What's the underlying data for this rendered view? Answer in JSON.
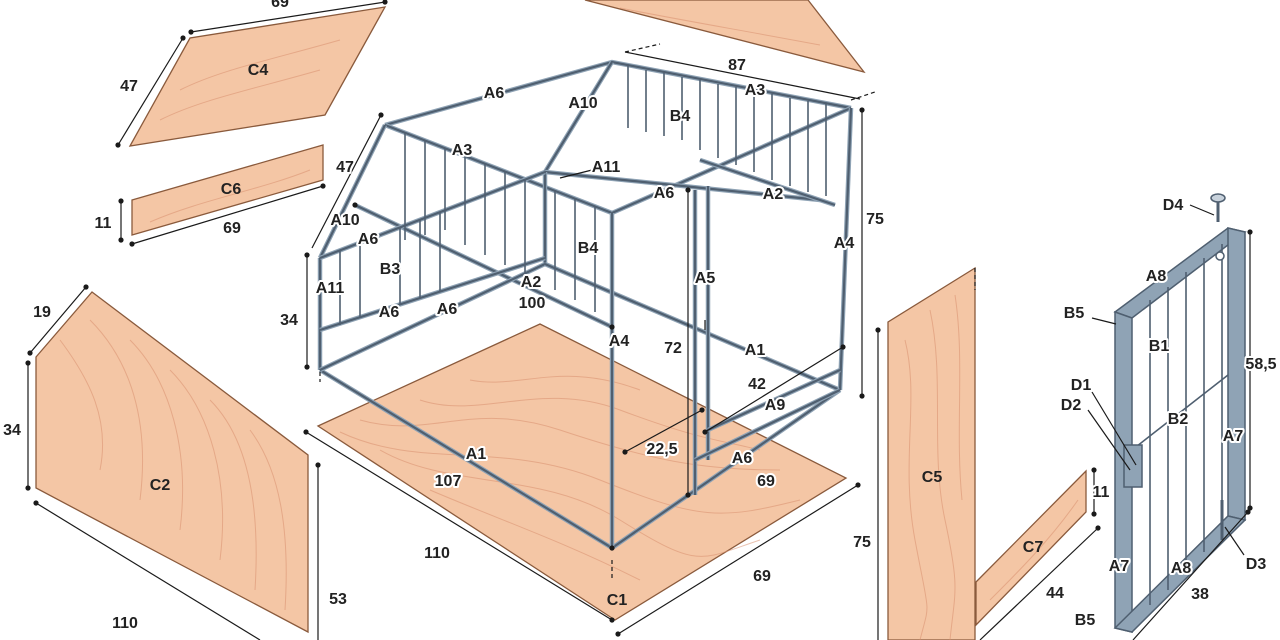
{
  "colors": {
    "plywood": "#f4c6a5",
    "plywood_edge": "#8a5a3c",
    "steel": "#8fa3b5",
    "steel_dark": "#4f5f70",
    "ink": "#1a1a1a"
  },
  "panels": [
    {
      "id": "C4",
      "label": "C4"
    },
    {
      "id": "C6",
      "label": "C6"
    },
    {
      "id": "C2",
      "label": "C2"
    },
    {
      "id": "C1",
      "label": "C1"
    },
    {
      "id": "C5",
      "label": "C5"
    },
    {
      "id": "C7",
      "label": "C7"
    }
  ],
  "parts": [
    {
      "id": "A1a",
      "label": "A1"
    },
    {
      "id": "A1b",
      "label": "A1"
    },
    {
      "id": "A2a",
      "label": "A2"
    },
    {
      "id": "A2b",
      "label": "A2"
    },
    {
      "id": "A3a",
      "label": "A3"
    },
    {
      "id": "A3b",
      "label": "A3"
    },
    {
      "id": "A4a",
      "label": "A4"
    },
    {
      "id": "A4b",
      "label": "A4"
    },
    {
      "id": "A5",
      "label": "A5"
    },
    {
      "id": "A6a",
      "label": "A6"
    },
    {
      "id": "A6b",
      "label": "A6"
    },
    {
      "id": "A6c",
      "label": "A6"
    },
    {
      "id": "A6d",
      "label": "A6"
    },
    {
      "id": "A6e",
      "label": "A6"
    },
    {
      "id": "A6f",
      "label": "A6"
    },
    {
      "id": "A6g",
      "label": "A6"
    },
    {
      "id": "A7a",
      "label": "A7"
    },
    {
      "id": "A7b",
      "label": "A7"
    },
    {
      "id": "A8a",
      "label": "A8"
    },
    {
      "id": "A8b",
      "label": "A8"
    },
    {
      "id": "A9",
      "label": "A9"
    },
    {
      "id": "A10a",
      "label": "A10"
    },
    {
      "id": "A10b",
      "label": "A10"
    },
    {
      "id": "A11a",
      "label": "A11"
    },
    {
      "id": "A11b",
      "label": "A11"
    },
    {
      "id": "B1",
      "label": "B1"
    },
    {
      "id": "B2",
      "label": "B2"
    },
    {
      "id": "B3",
      "label": "B3"
    },
    {
      "id": "B4a",
      "label": "B4"
    },
    {
      "id": "B4b",
      "label": "B4"
    },
    {
      "id": "B5a",
      "label": "B5"
    },
    {
      "id": "B5b",
      "label": "B5"
    },
    {
      "id": "D1",
      "label": "D1"
    },
    {
      "id": "D2",
      "label": "D2"
    },
    {
      "id": "D3",
      "label": "D3"
    },
    {
      "id": "D4",
      "label": "D4"
    }
  ],
  "dimensions": [
    {
      "id": "c4_width",
      "label": "69"
    },
    {
      "id": "c4_depth",
      "label": "47"
    },
    {
      "id": "c6_height",
      "label": "11"
    },
    {
      "id": "c6_width",
      "label": "69"
    },
    {
      "id": "c2_top",
      "label": "19"
    },
    {
      "id": "c2_side",
      "label": "34"
    },
    {
      "id": "c2_length",
      "label": "110"
    },
    {
      "id": "c2_height",
      "label": "53"
    },
    {
      "id": "roof_slope",
      "label": "47"
    },
    {
      "id": "lower_side",
      "label": "34"
    },
    {
      "id": "top_length",
      "label": "87"
    },
    {
      "id": "total_height",
      "label": "75"
    },
    {
      "id": "inner_length",
      "label": "100"
    },
    {
      "id": "door_height",
      "label": "72"
    },
    {
      "id": "door_width",
      "label": "42"
    },
    {
      "id": "door_sill",
      "label": "22,5"
    },
    {
      "id": "frame_length",
      "label": "107"
    },
    {
      "id": "frame_width",
      "label": "69"
    },
    {
      "id": "c1_length",
      "label": "110"
    },
    {
      "id": "c1_width",
      "label": "69"
    },
    {
      "id": "c5_height",
      "label": "75"
    },
    {
      "id": "c7_height",
      "label": "11"
    },
    {
      "id": "c7_width",
      "label": "44"
    },
    {
      "id": "gate_height",
      "label": "58,5"
    },
    {
      "id": "gate_width",
      "label": "38"
    }
  ]
}
